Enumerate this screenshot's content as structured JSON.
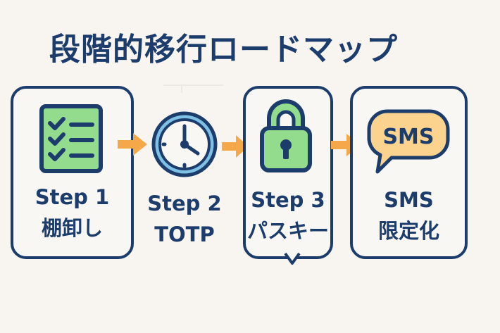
{
  "title": "段階的移行ロードマップ",
  "colors": {
    "navy": "#1c3d6b",
    "green": "#93dc8e",
    "orange_arrow": "#f4a84a",
    "sms_bubble": "#fbd38f",
    "clock_ring": "#7fc0e6",
    "background": "#f8f5f1"
  },
  "steps": [
    {
      "line1": "Step 1",
      "line2": "棚卸し",
      "icon": "checklist-icon",
      "boxed": true
    },
    {
      "line1": "Step 2",
      "line2": "TOTP",
      "icon": "clock-icon",
      "boxed": false
    },
    {
      "line1": "Step 3",
      "line2": "パスキー",
      "icon": "padlock-icon",
      "boxed": true
    },
    {
      "line1": "SMS",
      "line2": "限定化",
      "icon": "sms-bubble-icon",
      "boxed": true
    }
  ],
  "sms_icon_text": "SMS"
}
